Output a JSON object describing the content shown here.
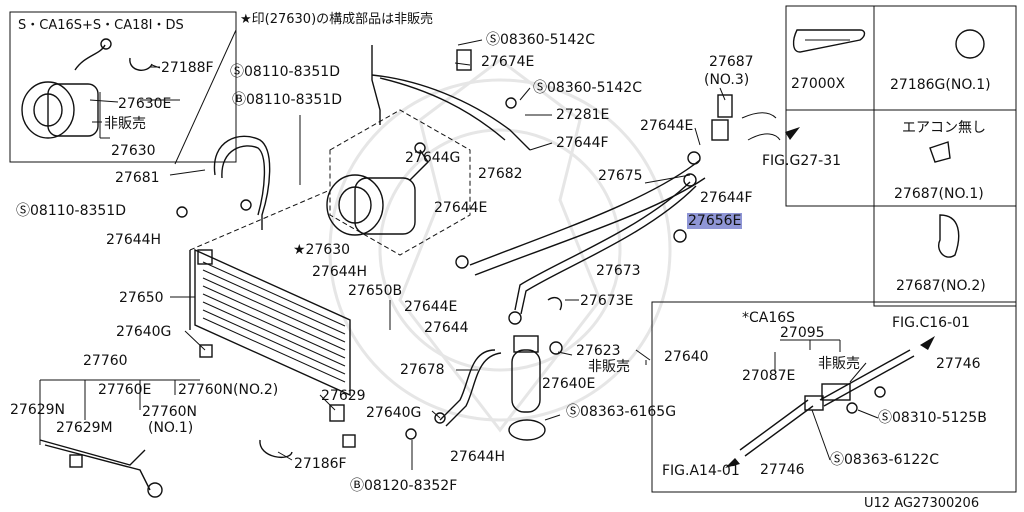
{
  "notes": {
    "nonsale": "★印(27630)の構成部品は非販売",
    "variant_box_title": "S・CA16S+S・CA18I・DS",
    "ca16s": "*CA16S",
    "aircon_none": "エアコン無し",
    "ref_code": "U12 AG27300206"
  },
  "labels": {
    "l_27188F": "27188F",
    "l_27630E": "27630E",
    "l_hanbai1": "非販売",
    "l_27630_inset": "27630",
    "l_08110_8351D_a": "Ⓢ08110-8351D",
    "l_08110_8351D_b": "Ⓑ08110-8351D",
    "l_08110_8351D_c": "Ⓢ08110-8351D",
    "l_27681": "27681",
    "l_27644H_a": "27644H",
    "l_27644H_b": "27644H",
    "l_27644H_c": "27644H",
    "l_27630": "★27630",
    "l_08360_5142C_a": "Ⓢ08360-5142C",
    "l_08360_5142C_b": "Ⓢ08360-5142C",
    "l_27674E": "27674E",
    "l_27281E": "27281E",
    "l_27644F_a": "27644F",
    "l_27644F_b": "27644F",
    "l_27644G": "27644G",
    "l_27682": "27682",
    "l_27644E_a": "27644E",
    "l_27644E_b": "27644E",
    "l_27644E_c": "27644E",
    "l_27687_no3": "27687",
    "l_no3": "(NO.3)",
    "l_fig_g27_31": "FIG.G27-31",
    "l_27675": "27675",
    "l_27656E": "27656E",
    "l_27673": "27673",
    "l_27650": "27650",
    "l_27650B": "27650B",
    "l_27673E": "27673E",
    "l_27640G_a": "27640G",
    "l_27640G_b": "27640G",
    "l_27644": "27644",
    "l_27623": "27623",
    "l_27640": "27640",
    "l_hanbai2": "非販売",
    "l_27678": "27678",
    "l_27640E": "27640E",
    "l_27760": "27760",
    "l_27760E": "27760E",
    "l_27760N_no2": "27760N(NO.2)",
    "l_27629": "27629",
    "l_27629N": "27629N",
    "l_27629M": "27629M",
    "l_27760N": "27760N",
    "l_no1": "(NO.1)",
    "l_08363_6165G": "Ⓢ08363-6165G",
    "l_27186F": "27186F",
    "l_08120_8352F": "Ⓑ08120-8352F",
    "l_27000X": "27000X",
    "l_27186G": "27186G(NO.1)",
    "l_27687_no1": "27687(NO.1)",
    "l_27687_no2": "27687(NO.2)",
    "l_27095": "27095",
    "l_fig_c16_01": "FIG.C16-01",
    "l_27087E": "27087E",
    "l_hanbai3": "非販売",
    "l_27746_a": "27746",
    "l_08310_5125B": "Ⓢ08310-5125B",
    "l_fig_a14_01": "FIG.A14-01",
    "l_27746_b": "27746",
    "l_08363_6122C": "Ⓢ08363-6122C"
  }
}
